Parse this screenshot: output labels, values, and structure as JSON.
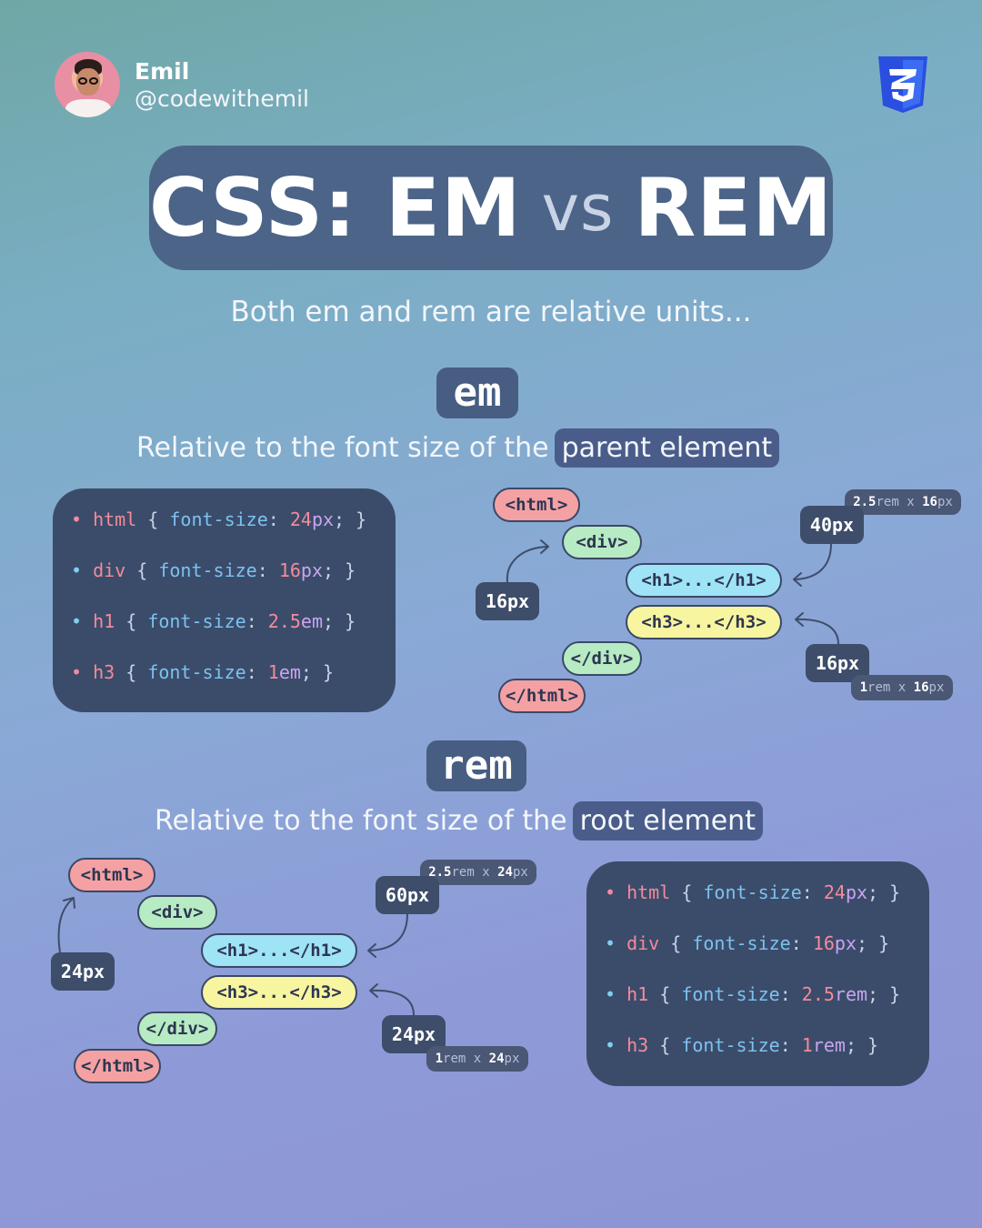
{
  "author": {
    "name": "Emil",
    "handle": "@codewithemil"
  },
  "logo": {
    "icon": "css3-shield-icon",
    "color": "#2a4fe0"
  },
  "title": {
    "part1": "CSS: EM",
    "vs": "vs",
    "part2": "REM"
  },
  "subtitle": "Both em and rem are relative units...",
  "em": {
    "unit": "em",
    "definition_prefix": "Relative to the font size of the",
    "definition_highlight": "parent element",
    "code": [
      {
        "selector": "html",
        "property": "font-size",
        "value": "24",
        "unit": "px"
      },
      {
        "selector": "div",
        "property": "font-size",
        "value": "16",
        "unit": "px"
      },
      {
        "selector": "h1",
        "property": "font-size",
        "value": "2.5",
        "unit": "em"
      },
      {
        "selector": "h3",
        "property": "font-size",
        "value": "1",
        "unit": "em"
      }
    ],
    "tree": {
      "html_open": "<html>",
      "div_open": "<div>",
      "h1": "<h1>...</h1>",
      "h3": "<h3>...</h3>",
      "div_close": "</div>",
      "html_close": "</html>"
    },
    "labels": {
      "parent_size": "16px",
      "h1_size": "40px",
      "h1_calc": {
        "factor": "2.5",
        "factor_unit": "rem",
        "op": "x",
        "base": "16",
        "base_unit": "px"
      },
      "h3_size": "16px",
      "h3_calc": {
        "factor": "1",
        "factor_unit": "rem",
        "op": "x",
        "base": "16",
        "base_unit": "px"
      }
    }
  },
  "rem": {
    "unit": "rem",
    "definition_prefix": "Relative to the font size of the",
    "definition_highlight": "root element",
    "code": [
      {
        "selector": "html",
        "property": "font-size",
        "value": "24",
        "unit": "px"
      },
      {
        "selector": "div",
        "property": "font-size",
        "value": "16",
        "unit": "px"
      },
      {
        "selector": "h1",
        "property": "font-size",
        "value": "2.5",
        "unit": "rem"
      },
      {
        "selector": "h3",
        "property": "font-size",
        "value": "1",
        "unit": "rem"
      }
    ],
    "tree": {
      "html_open": "<html>",
      "div_open": "<div>",
      "h1": "<h1>...</h1>",
      "h3": "<h3>...</h3>",
      "div_close": "</div>",
      "html_close": "</html>"
    },
    "labels": {
      "root_size": "24px",
      "h1_size": "60px",
      "h1_calc": {
        "factor": "2.5",
        "factor_unit": "rem",
        "op": "x",
        "base": "24",
        "base_unit": "px"
      },
      "h3_size": "24px",
      "h3_calc": {
        "factor": "1",
        "factor_unit": "rem",
        "op": "x",
        "base": "24",
        "base_unit": "px"
      }
    }
  }
}
